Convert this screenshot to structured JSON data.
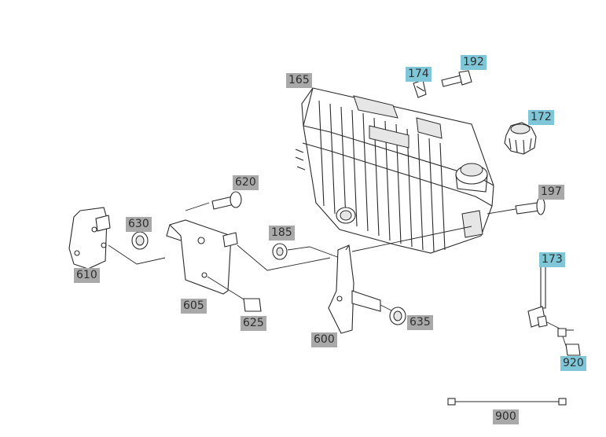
{
  "callouts": {
    "c165": {
      "label": "165",
      "style": "gray"
    },
    "c174": {
      "label": "174",
      "style": "blue"
    },
    "c192": {
      "label": "192",
      "style": "blue"
    },
    "c172": {
      "label": "172",
      "style": "blue"
    },
    "c197": {
      "label": "197",
      "style": "gray"
    },
    "c620": {
      "label": "620",
      "style": "gray"
    },
    "c630": {
      "label": "630",
      "style": "gray"
    },
    "c185": {
      "label": "185",
      "style": "gray"
    },
    "c610": {
      "label": "610",
      "style": "gray"
    },
    "c605": {
      "label": "605",
      "style": "gray"
    },
    "c625": {
      "label": "625",
      "style": "gray"
    },
    "c600": {
      "label": "600",
      "style": "gray"
    },
    "c635": {
      "label": "635",
      "style": "gray"
    },
    "c173": {
      "label": "173",
      "style": "blue"
    },
    "c920": {
      "label": "920",
      "style": "blue"
    },
    "c900": {
      "label": "900",
      "style": "gray"
    }
  },
  "colors": {
    "callout_gray": "#a9a9a9",
    "callout_blue": "#7fc6d9",
    "line": "#2a2a2a"
  }
}
